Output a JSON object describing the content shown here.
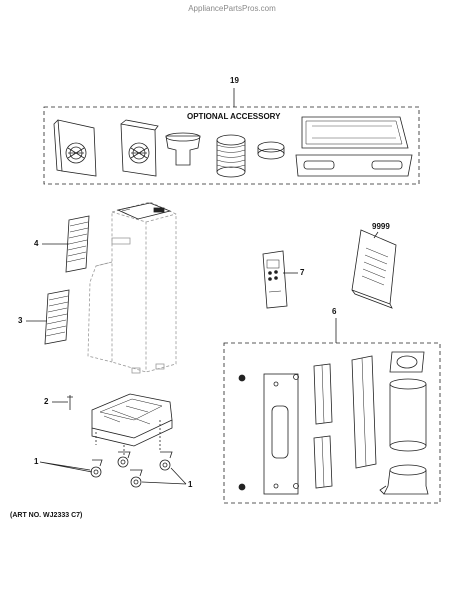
{
  "watermark": "AppliancePartsPros.com",
  "optional_group": {
    "callout": "19",
    "heading": "OPTIONAL ACCESSORY"
  },
  "callouts": {
    "filter_upper": "4",
    "filter_lower": "3",
    "caster_bolt": "2",
    "casters_left": "1",
    "casters_right": "1",
    "remote": "7",
    "manual": "9999",
    "window_kit": "6"
  },
  "art_number": "(ART NO. WJ2333 C7)"
}
